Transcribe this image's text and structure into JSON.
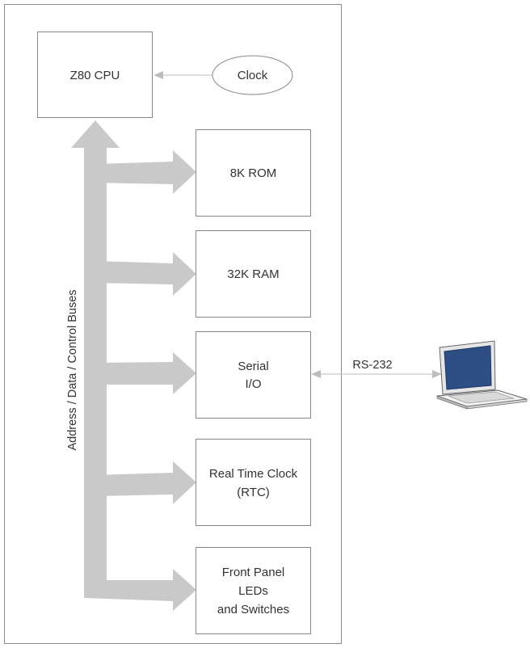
{
  "diagram": {
    "blocks": {
      "cpu": "Z80 CPU",
      "clock": "Clock",
      "rom": "8K ROM",
      "ram": "32K RAM",
      "serial": [
        "Serial",
        "I/O"
      ],
      "rtc": [
        "Real Time Clock",
        "(RTC)"
      ],
      "front_panel": [
        "Front Panel",
        "LEDs",
        "and Switches"
      ]
    },
    "bus_label": "Address / Data / Control Buses",
    "link_label": "RS-232",
    "external_device_icon": "laptop-icon",
    "colors": {
      "bus": "#c9c9c9",
      "stroke": "#888888",
      "text": "#333333",
      "laptop_screen": "#2e4f86",
      "connector": "#bdbdbd"
    }
  }
}
